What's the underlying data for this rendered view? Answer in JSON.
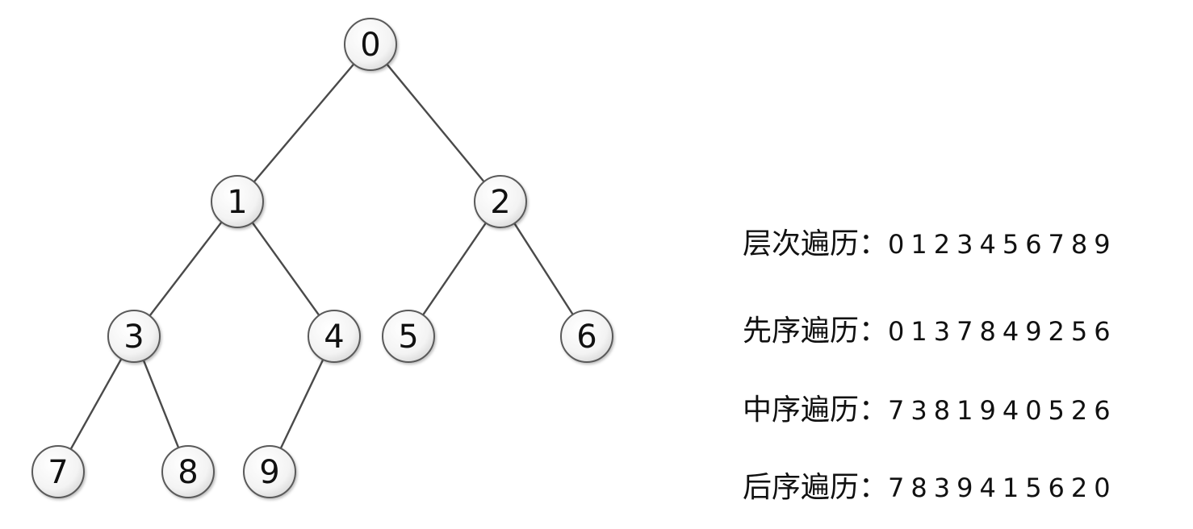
{
  "tree": {
    "nodes": [
      {
        "id": "0",
        "label": "0"
      },
      {
        "id": "1",
        "label": "1"
      },
      {
        "id": "2",
        "label": "2"
      },
      {
        "id": "3",
        "label": "3"
      },
      {
        "id": "4",
        "label": "4"
      },
      {
        "id": "5",
        "label": "5"
      },
      {
        "id": "6",
        "label": "6"
      },
      {
        "id": "7",
        "label": "7"
      },
      {
        "id": "8",
        "label": "8"
      },
      {
        "id": "9",
        "label": "9"
      }
    ],
    "edges": [
      [
        "0",
        "1"
      ],
      [
        "0",
        "2"
      ],
      [
        "1",
        "3"
      ],
      [
        "1",
        "4"
      ],
      [
        "2",
        "5"
      ],
      [
        "2",
        "6"
      ],
      [
        "3",
        "7"
      ],
      [
        "3",
        "8"
      ],
      [
        "4",
        "9"
      ]
    ]
  },
  "traversals": [
    {
      "name": "层次遍历",
      "separator": "：",
      "sequence": "0123456789"
    },
    {
      "name": "先序遍历",
      "separator": "：",
      "sequence": "0137849256"
    },
    {
      "name": "中序遍历",
      "separator": "：",
      "sequence": "7381940526"
    },
    {
      "name": "后序遍历",
      "separator": "：",
      "sequence": "7839415620"
    }
  ]
}
